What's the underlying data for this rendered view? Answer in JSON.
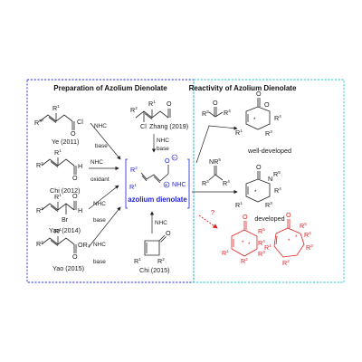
{
  "panels": {
    "left_title": "Preparation of Azolium Dienolate",
    "right_title": "Reactivity of Azolium Dienolate"
  },
  "center": {
    "label": "azolium dienolate",
    "nhc_tag": "NHC",
    "charge_neg": "−",
    "charge_pos": "+"
  },
  "routes": [
    {
      "citation": "Ye (2011)",
      "arrow_top": "NHC",
      "arrow_bottom": "base",
      "substituents": [
        "R¹",
        "R²"
      ],
      "group": "Cl"
    },
    {
      "citation": "Chi (2012)",
      "arrow_top": "NHC",
      "arrow_bottom": "oxidant",
      "substituents": [
        "R¹",
        "R²"
      ],
      "group": "H"
    },
    {
      "citation": "Yao (2014)",
      "arrow_top": "NHC",
      "arrow_bottom": "base",
      "substituents": [
        "R¹",
        "R²"
      ],
      "group": "Br"
    },
    {
      "citation": "Yao (2015)",
      "arrow_top": "NHC",
      "arrow_bottom": "base",
      "substituents": [
        "R¹",
        "R²"
      ],
      "group": "OR₃"
    },
    {
      "citation": "Zhang (2019)",
      "arrow_top": "NHC",
      "arrow_bottom": "base",
      "substituents": [
        "R¹",
        "R²"
      ],
      "group": "Cl"
    },
    {
      "citation": "Chi (2015)",
      "arrow_top": "NHC",
      "arrow_bottom": "",
      "substituents": [
        "R¹",
        "R²"
      ],
      "group": "O"
    }
  ],
  "reactivity": {
    "ketone_labels": [
      "R³",
      "R⁴"
    ],
    "imine_labels": [
      "NR⁵",
      "R³",
      "R⁴"
    ],
    "product1_status": "well-developed",
    "product2_status": "developed",
    "question_mark": "?"
  },
  "colors": {
    "left_border": "#2a2ad8",
    "right_border": "#22c4c4",
    "highlight": "#e02020",
    "accent": "#1f1fd0"
  }
}
